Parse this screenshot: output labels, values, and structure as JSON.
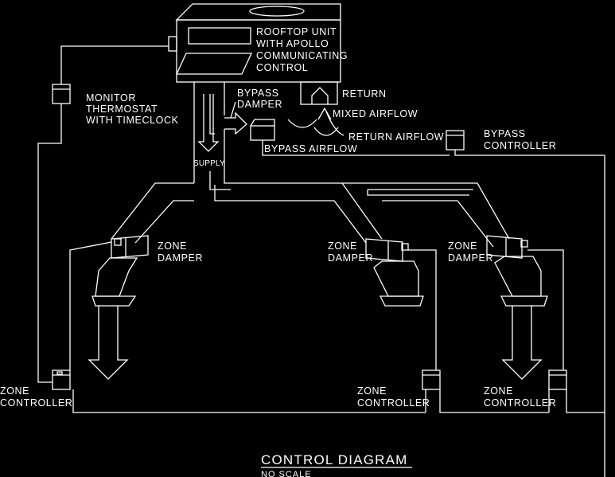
{
  "labels": {
    "rooftop_unit": [
      "ROOFTOP UNIT",
      "WITH APOLLO",
      "COMMUNICATING",
      "CONTROL"
    ],
    "monitor_thermostat": [
      "MONITOR",
      "THERMOSTAT",
      "WITH TIMECLOCK"
    ],
    "bypass_damper": [
      "BYPASS",
      "DAMPER"
    ],
    "return": "RETURN",
    "mixed_airflow": "MIXED AIRFLOW",
    "return_airflow": "RETURN AIRFLOW",
    "bypass_airflow": "BYPASS AIRFLOW",
    "bypass_controller": [
      "BYPASS",
      "CONTROLLER"
    ],
    "supply": "SUPPLY",
    "zone_damper": [
      "ZONE",
      "DAMPER"
    ],
    "zone_controller": [
      "ZONE",
      "CONTROLLER"
    ]
  },
  "footer": {
    "title": "CONTROL DIAGRAM",
    "subtitle": "NO SCALE"
  },
  "colors": {
    "background": "#000000",
    "line": "#ffffff"
  }
}
